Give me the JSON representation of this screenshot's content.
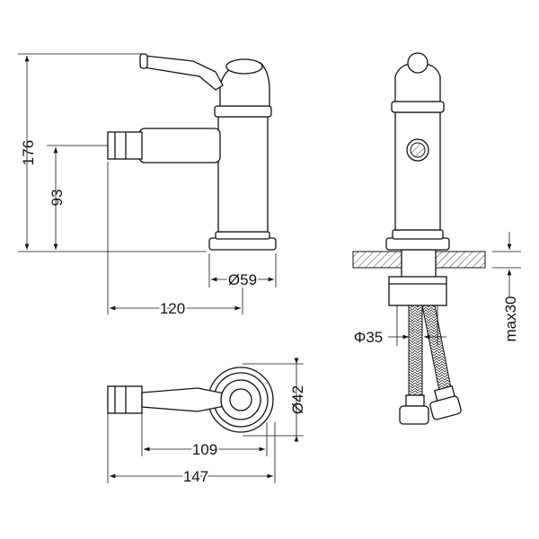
{
  "dimensions": {
    "height_total": "176",
    "spout_height": "93",
    "base_diameter": "Ø59",
    "spout_reach": "120",
    "hole_diameter": "Φ35",
    "counter_thickness": "max30",
    "top_diameter": "Ø42",
    "lever_length": "109",
    "total_length": "147"
  },
  "colors": {
    "line": "#111111",
    "background": "#ffffff"
  }
}
